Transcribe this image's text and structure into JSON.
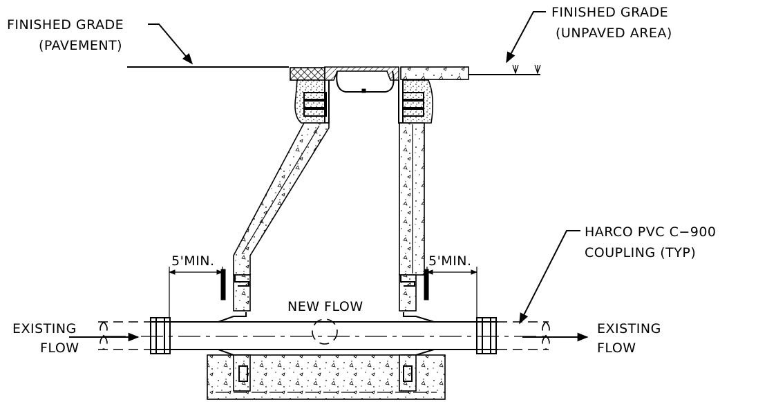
{
  "labels": {
    "finished_grade_pavement_1": "FINISHED GRADE",
    "finished_grade_pavement_2": "(PAVEMENT)",
    "finished_grade_unpaved_1": "FINISHED GRADE",
    "finished_grade_unpaved_2": "(UNPAVED AREA)",
    "coupling_1": "HARCO PVC C−900",
    "coupling_2": "COUPLING (TYP)",
    "min_left": "5'MIN.",
    "min_right": "5'MIN.",
    "new_flow": "NEW FLOW",
    "existing_flow_left_1": "EXISTING",
    "existing_flow_left_2": "FLOW",
    "existing_flow_right_1": "EXISTING",
    "existing_flow_right_2": "FLOW"
  },
  "colors": {
    "ink": "#000000",
    "paper": "#ffffff"
  }
}
